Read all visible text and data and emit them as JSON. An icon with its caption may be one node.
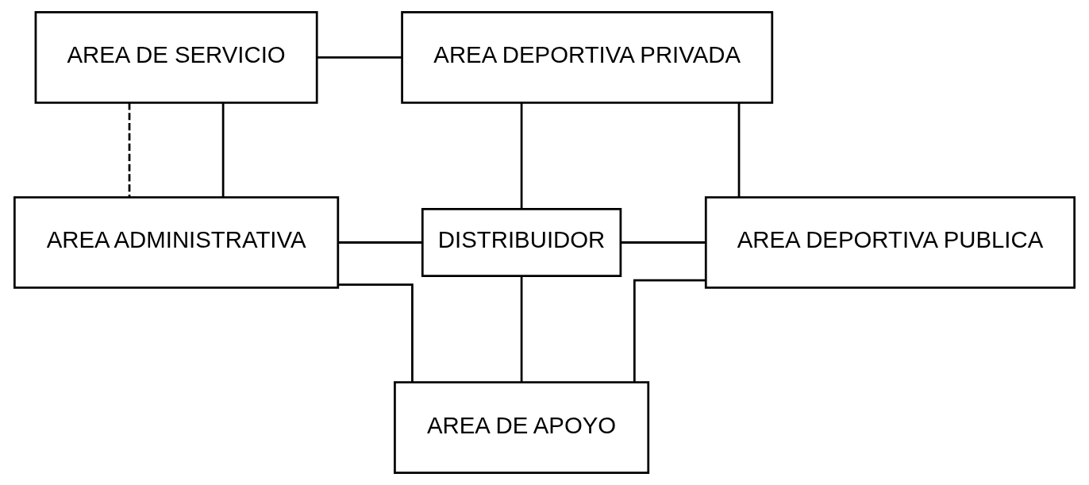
{
  "diagram": {
    "nodes": [
      {
        "text": [
          "AREA DE SERVICIO"
        ]
      },
      {
        "text": [
          "AREA DEPORTIVA PRIVADA"
        ]
      },
      {
        "text": [
          "AREA ADMINISTRATIVA"
        ]
      },
      {
        "text": [
          "DISTRIBUIDOR"
        ]
      },
      {
        "text": [
          "AREA DEPORTIVA PUBLICA"
        ]
      },
      {
        "text": [
          "AREA DE APOYO"
        ]
      }
    ],
    "edges": [
      {
        "from": 0,
        "to": 1,
        "arrow": "none"
      },
      {
        "from": 0,
        "to": 2,
        "arrow": "none",
        "style": "dashed"
      },
      {
        "from": 0,
        "to": 2,
        "arrow": "none"
      },
      {
        "from": 1,
        "to": 3,
        "arrow": "none"
      },
      {
        "from": 1,
        "to": 4,
        "arrow": "none"
      },
      {
        "from": 2,
        "to": 3,
        "arrow": "none"
      },
      {
        "from": 3,
        "to": 4,
        "arrow": "none"
      },
      {
        "from": 3,
        "to": 5,
        "arrow": "none"
      },
      {
        "from": 2,
        "to": 5,
        "arrow": "none"
      },
      {
        "from": 4,
        "to": 5,
        "arrow": "none"
      }
    ]
  }
}
